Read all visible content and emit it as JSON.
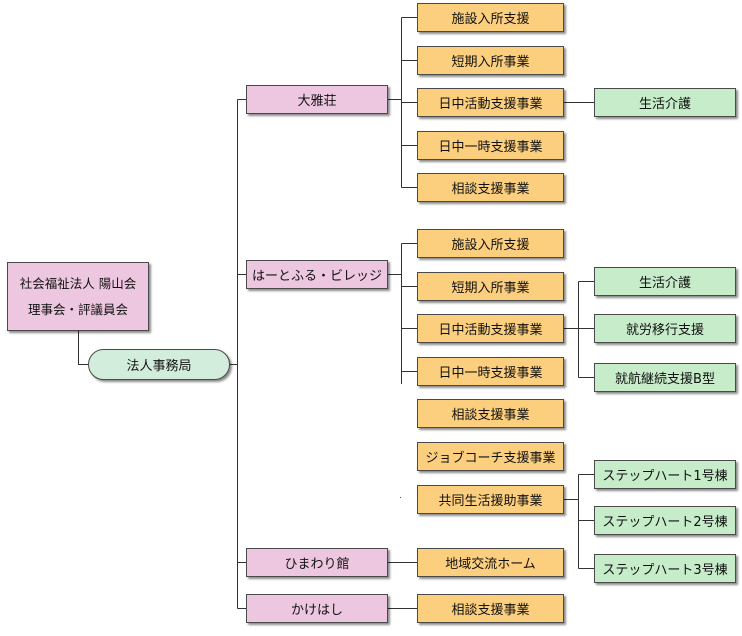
{
  "colors": {
    "facility": "#ecc7df",
    "service": "#fccf7e",
    "subservice": "#c6ecc9",
    "office": "#d3eddc",
    "line": "#333333"
  },
  "root": {
    "line1": "社会福祉法人 陽山会",
    "line2": "理事会・評議員会"
  },
  "office": "法人事務局",
  "facilities": [
    {
      "name": "大雅荘",
      "services": [
        {
          "label": "施設入所支援"
        },
        {
          "label": "短期入所事業"
        },
        {
          "label": "日中活動支援事業",
          "subs": [
            "生活介護"
          ]
        },
        {
          "label": "日中一時支援事業"
        },
        {
          "label": "相談支援事業"
        }
      ]
    },
    {
      "name": "はーとふる・ビレッジ",
      "services": [
        {
          "label": "施設入所支援"
        },
        {
          "label": "短期入所事業"
        },
        {
          "label": "日中活動支援事業",
          "subs": [
            "生活介護",
            "就労移行支援",
            "就航継続支援B型"
          ]
        },
        {
          "label": "日中一時支援事業"
        },
        {
          "label": "相談支援事業"
        },
        {
          "label": "ジョブコーチ支援事業"
        },
        {
          "label": "共同生活援助事業",
          "subs": [
            "ステップハート1号棟",
            "ステップハート2号棟",
            "ステップハート3号棟"
          ]
        }
      ]
    },
    {
      "name": "ひまわり館",
      "services": [
        {
          "label": "地域交流ホーム"
        }
      ]
    },
    {
      "name": "かけはし",
      "services": [
        {
          "label": "相談支援事業"
        }
      ]
    }
  ]
}
